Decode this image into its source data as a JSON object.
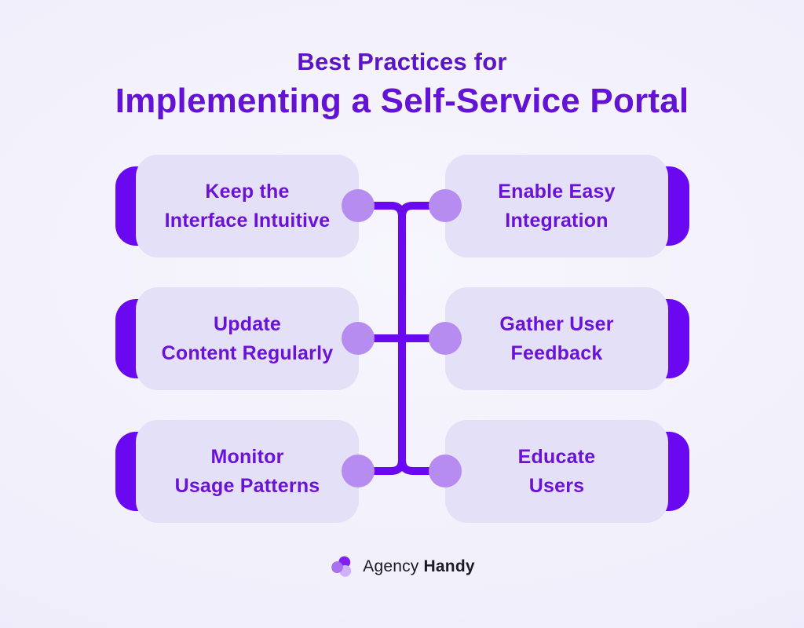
{
  "title": {
    "line1": "Best Practices for",
    "line2": "Implementing a Self-Service Portal"
  },
  "cards": [
    {
      "id": "keep-the-interface-intuitive",
      "line1": "Keep the",
      "line2": "Interface Intuitive",
      "column": "left",
      "row": 1
    },
    {
      "id": "enable-easy-integration",
      "line1": "Enable Easy",
      "line2": "Integration",
      "column": "right",
      "row": 1
    },
    {
      "id": "update-content-regularly",
      "line1": "Update",
      "line2": "Content Regularly",
      "column": "left",
      "row": 2
    },
    {
      "id": "gather-user-feedback",
      "line1": "Gather User",
      "line2": "Feedback",
      "column": "right",
      "row": 2
    },
    {
      "id": "monitor-usage-patterns",
      "line1": "Monitor",
      "line2": "Usage Patterns",
      "column": "left",
      "row": 3
    },
    {
      "id": "educate-users",
      "line1": "Educate",
      "line2": "Users",
      "column": "right",
      "row": 3
    }
  ],
  "footer": {
    "brand_regular": "Agency",
    "brand_bold": "Handy",
    "logo_icon": "agency-handy-swirl-icon"
  },
  "colors": {
    "background": "#f1effb",
    "accent_violet": "#6b08f2",
    "card_background": "#e3e0f8",
    "card_text": "#6a12d8",
    "title_small": "#5c15c6",
    "title_large": "#6313d4",
    "connector_dot": "#b78cf0",
    "brand_text": "#1c1c24",
    "logo_petal_dark": "#8220f2",
    "logo_petal_medium": "#a872ef",
    "logo_petal_light": "#cdb2f7"
  }
}
